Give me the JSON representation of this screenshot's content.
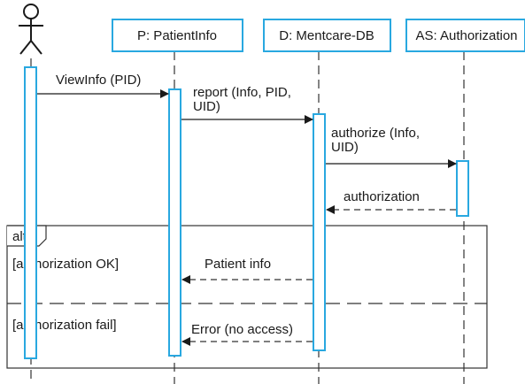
{
  "colors": {
    "accent": "#29a8e0",
    "line": "#1a1a1a",
    "dashed": "#333333",
    "background": "#ffffff"
  },
  "participants": [
    {
      "id": "actor",
      "kind": "actor",
      "label": ""
    },
    {
      "id": "P",
      "kind": "object",
      "label": "P: PatientInfo"
    },
    {
      "id": "D",
      "kind": "object",
      "label": "D: Mentcare-DB"
    },
    {
      "id": "AS",
      "kind": "object",
      "label": "AS: Authorization"
    }
  ],
  "messages": [
    {
      "from": "actor",
      "to": "P",
      "type": "sync",
      "lines": [
        "ViewInfo (PID)"
      ]
    },
    {
      "from": "P",
      "to": "D",
      "type": "sync",
      "lines": [
        "report (Info, PID,",
        "UID)"
      ]
    },
    {
      "from": "D",
      "to": "AS",
      "type": "sync",
      "lines": [
        "authorize (Info,",
        "UID)"
      ]
    },
    {
      "from": "AS",
      "to": "D",
      "type": "return",
      "lines": [
        "authorization"
      ]
    },
    {
      "from": "D",
      "to": "P",
      "type": "return",
      "lines": [
        "Patient info"
      ]
    },
    {
      "from": "D",
      "to": "P",
      "type": "return",
      "lines": [
        "Error (no access)"
      ]
    }
  ],
  "fragment": {
    "operator": "alt",
    "guards": [
      "[authorization OK]",
      "[authorization fail]"
    ]
  }
}
